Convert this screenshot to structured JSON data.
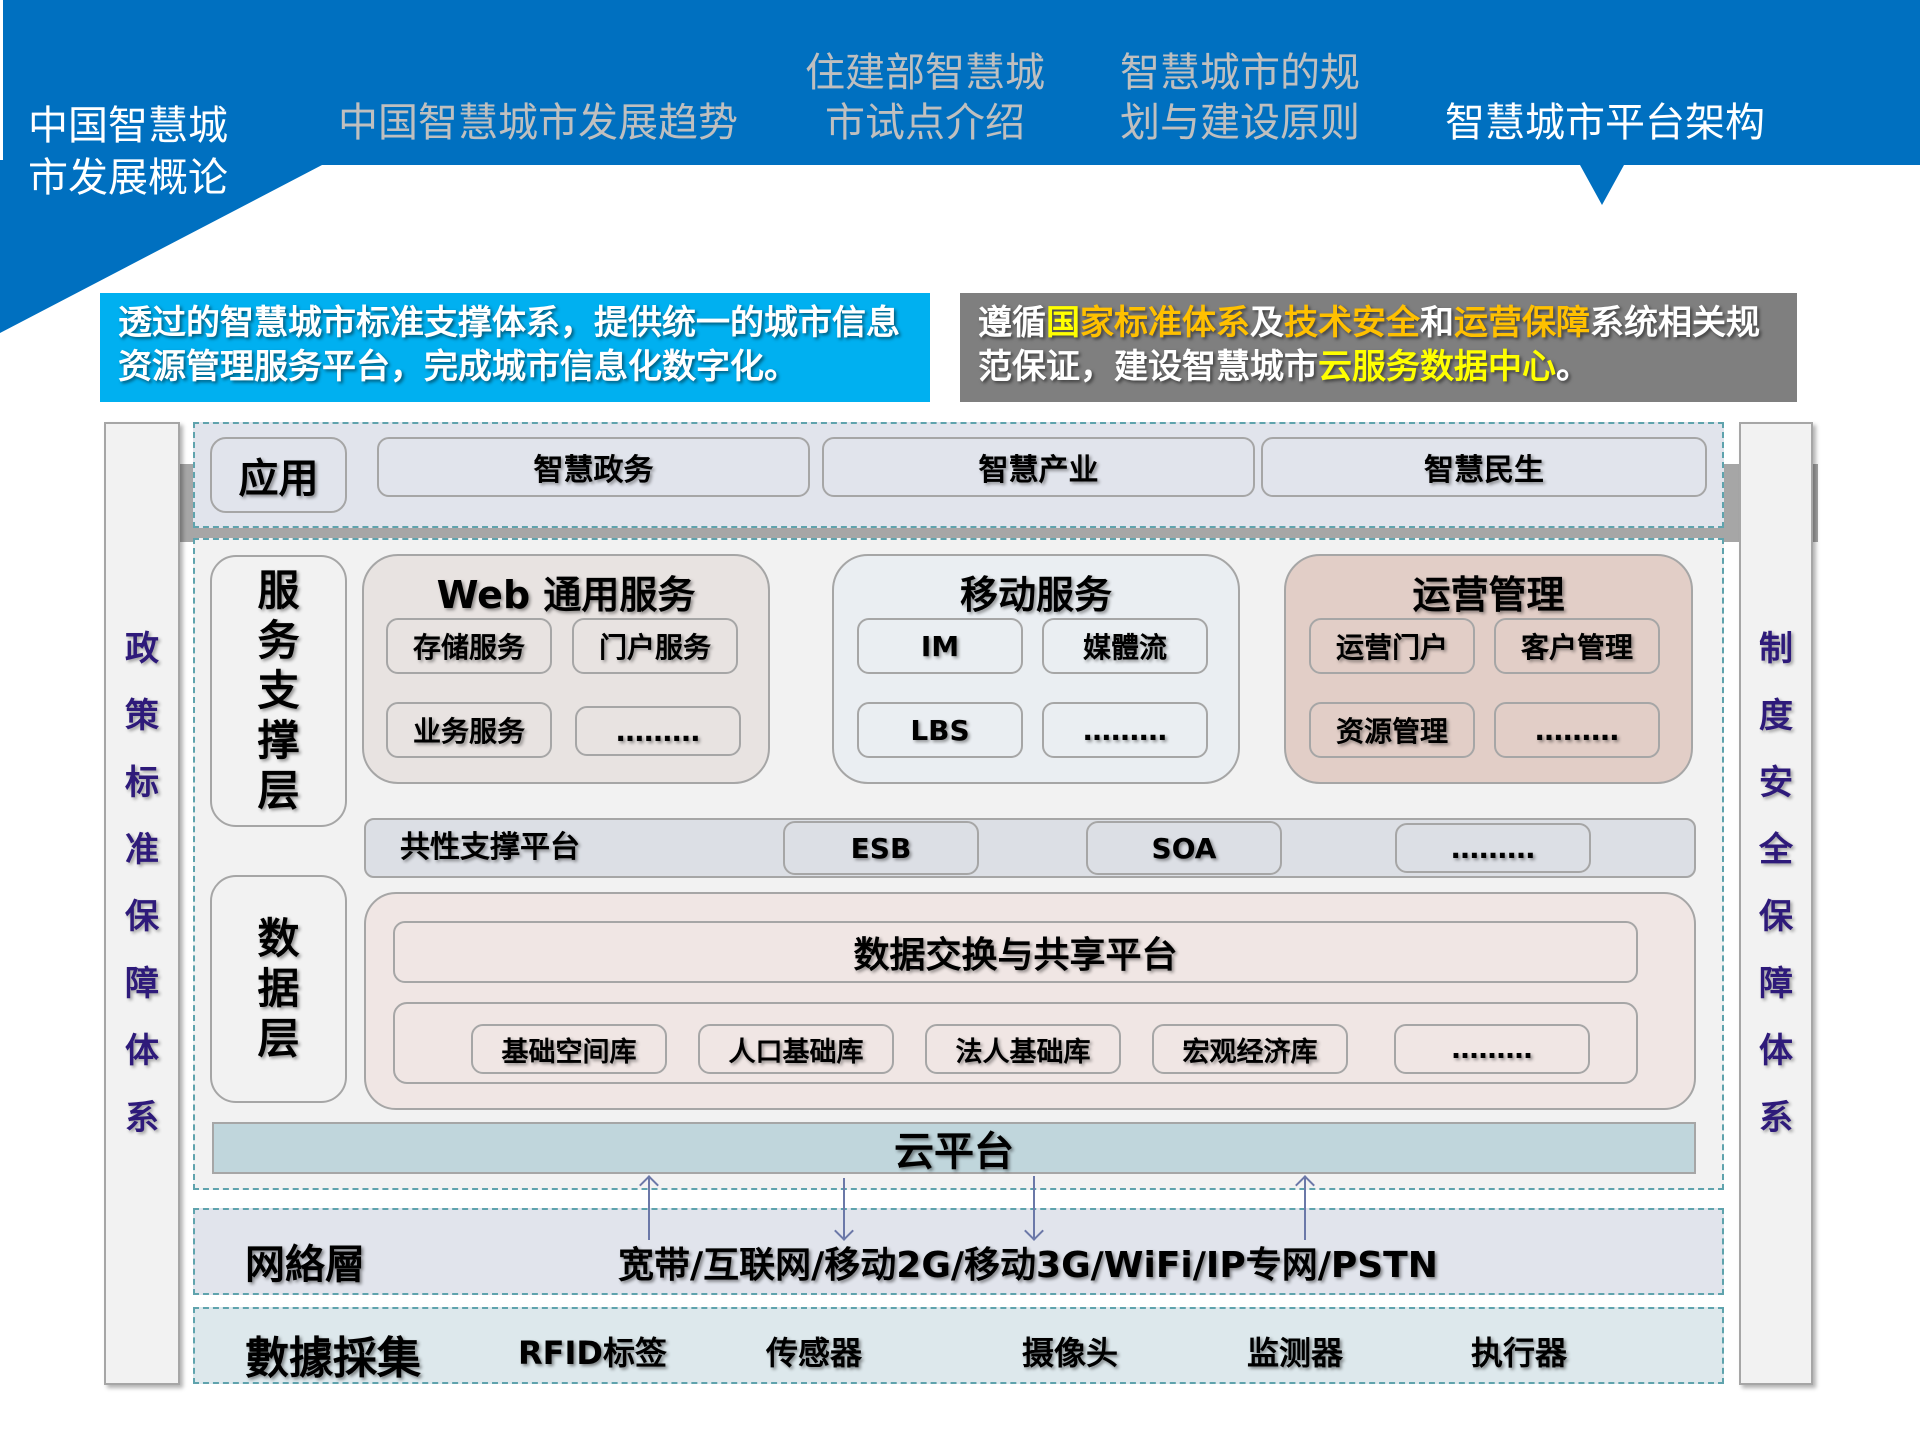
{
  "header": {
    "nav": [
      {
        "label": "中国智慧城市发展概论",
        "state": "section"
      },
      {
        "label": "中国智慧城市发展趋势",
        "state": "inactive"
      },
      {
        "label": "住建部智慧城市试点介绍",
        "state": "inactive"
      },
      {
        "label": "智慧城市的规划与建设原则",
        "state": "inactive"
      },
      {
        "label": "智慧城市平台架构",
        "state": "active"
      }
    ],
    "colors": {
      "bar": "#0070c0",
      "inactive_text": "#bfbfbf",
      "active_text": "#ffffff"
    }
  },
  "callouts": {
    "left": {
      "text": "透过的智慧城市标准支撑体系，提供统一的城市信息资源管理服务平台，完成城市信息化数字化。",
      "bg": "#00b0f0"
    },
    "right": {
      "parts": [
        {
          "text": "遵循",
          "style": "white"
        },
        {
          "text": "国",
          "style": "yellow"
        },
        {
          "text": "家标准体系",
          "style": "orange"
        },
        {
          "text": "及",
          "style": "white"
        },
        {
          "text": "技术安全",
          "style": "orange"
        },
        {
          "text": "和",
          "style": "white"
        },
        {
          "text": "运营保障",
          "style": "orange"
        },
        {
          "text": "系统相关规范保证，建设智慧城市",
          "style": "white"
        },
        {
          "text": "云服务数据中心",
          "style": "yellow"
        },
        {
          "text": "。",
          "style": "white"
        }
      ],
      "bg": "#7f7f7f"
    }
  },
  "side": {
    "left": [
      "政",
      "策",
      "标",
      "准",
      "保",
      "障",
      "体",
      "系"
    ],
    "right": [
      "制",
      "度",
      "安",
      "全",
      "保",
      "障",
      "体",
      "系"
    ]
  },
  "application": {
    "label": "应用",
    "items": [
      "智慧政务",
      "智慧产业",
      "智慧民生"
    ]
  },
  "service_layer": {
    "label": [
      "服",
      "务",
      "支",
      "撑",
      "层"
    ],
    "groups": [
      {
        "title": "Web 通用服务",
        "items": [
          "存储服务",
          "门户服务",
          "业务服务",
          "………"
        ]
      },
      {
        "title": "移动服务",
        "items": [
          "IM",
          "媒體流",
          "LBS",
          "………"
        ]
      },
      {
        "title": "运营管理",
        "items": [
          "运营门户",
          "客户管理",
          "资源管理",
          "………"
        ]
      }
    ],
    "common": {
      "label": "共性支撑平台",
      "items": [
        "ESB",
        "SOA",
        "………"
      ]
    }
  },
  "data_layer": {
    "label": [
      "数",
      "据",
      "层"
    ],
    "exchange": "数据交换与共享平台",
    "databases": [
      "基础空间库",
      "人口基础库",
      "法人基础库",
      "宏观经济库",
      "………"
    ]
  },
  "cloud": {
    "label": "云平台"
  },
  "network": {
    "label": "网絡層",
    "text": "宽带/互联网/移动2G/移动3G/WiFi/IP专网/PSTN",
    "arrows": [
      "up",
      "down",
      "down",
      "up"
    ]
  },
  "collection": {
    "label": "數據採集",
    "items": [
      "RFID标签",
      "传感器",
      "摄像头",
      "监测器",
      "执行器"
    ]
  }
}
